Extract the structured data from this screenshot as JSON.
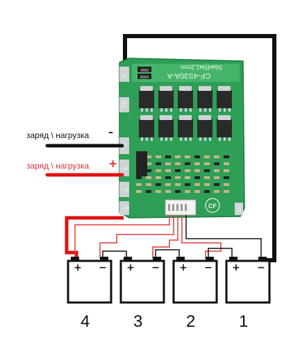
{
  "board": {
    "model_text": "CF-4S30A-A",
    "size_text": "56м45м1,2mm",
    "resistor_1": "1R00",
    "resistor_2": "R004",
    "logo_text": "CF",
    "pad_labels": {
      "b_minus": "-B",
      "b2": "B2",
      "p_minus": "P-",
      "p_plus": "+P",
      "d_plus": "+d",
      "b_plus": "+B",
      "b3": "B3"
    },
    "colors": {
      "pcb": "#2f9e57",
      "pcb_light": "#46b56c",
      "trace": "#57c27a",
      "silk": "#e8f5ea",
      "mosfet": "#2a2a2a",
      "pad": "#cfd3d6"
    }
  },
  "labels": {
    "load_minus": "заряд \\ нагрузка",
    "load_minus_sign": "–",
    "load_plus": "заряд \\ нагрузка",
    "load_plus_sign": "+"
  },
  "wires": {
    "negative_color": "#111111",
    "positive_color": "#e01010",
    "balance_color": "#e03a3a"
  },
  "batteries": [
    {
      "number": "4",
      "plus": "+",
      "minus": "−"
    },
    {
      "number": "3",
      "plus": "+",
      "minus": "−"
    },
    {
      "number": "2",
      "plus": "+",
      "minus": "−"
    },
    {
      "number": "1",
      "plus": "+",
      "minus": "−"
    }
  ]
}
